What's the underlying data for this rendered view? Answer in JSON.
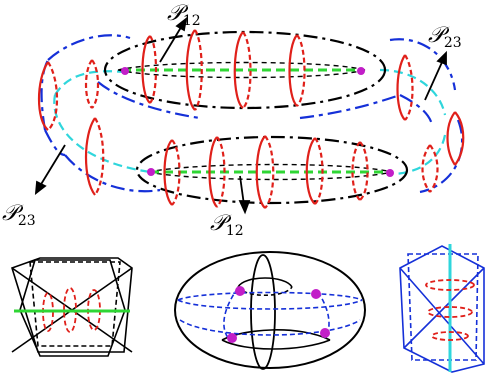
{
  "labels": {
    "p12_top": {
      "base": "𝒫",
      "sub": "12"
    },
    "p23_right": {
      "base": "𝒫",
      "sub": "23"
    },
    "p23_left": {
      "base": "𝒫",
      "sub": "23"
    },
    "p12_bottom": {
      "base": "𝒫",
      "sub": "12"
    }
  },
  "colors": {
    "ring_outline": "#000000",
    "blue": "#1530d8",
    "red": "#e0201a",
    "cyan": "#2fd6dc",
    "green": "#2fd634",
    "magenta": "#c21ec8",
    "black": "#000000"
  },
  "panels": [
    "twisted-ring-torus",
    "double-cone-pair",
    "ellipsoid-with-points",
    "rotated-cone-pair"
  ]
}
